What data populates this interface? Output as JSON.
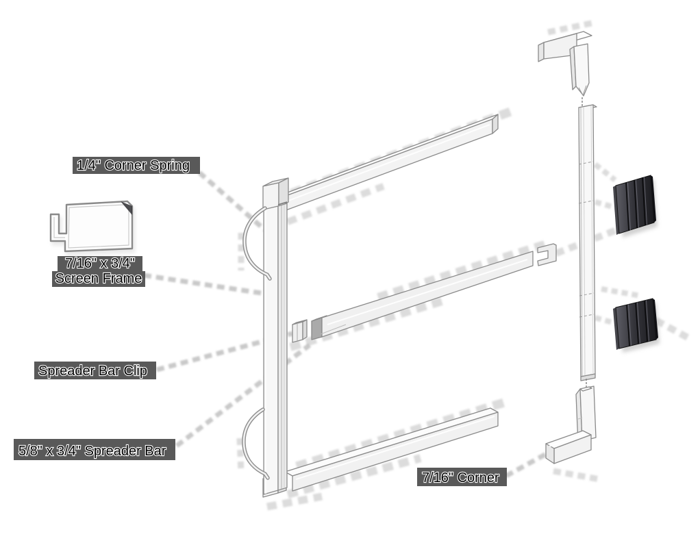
{
  "diagram": {
    "labels": {
      "corner_spring": "1/4\" Corner Spring",
      "screen_frame_size": "7/16\" x 3/4\"",
      "screen_frame_name": "Screen Frame",
      "spreader_bar_clip": "Spreader Bar Clip",
      "spreader_bar": "5/8\" x 3/4\" Spreader Bar",
      "corner": "7/16\" Corner"
    },
    "colors": {
      "background": "#ffffff",
      "part_fill": "#f5f5f5",
      "part_outline": "#8a8a8a",
      "step_shadow": "#c5c5c5",
      "dark_clip": "#26262b",
      "label_background": "#4b4b4b",
      "label_text": "#000000",
      "label_halo": "#ffffff"
    }
  }
}
